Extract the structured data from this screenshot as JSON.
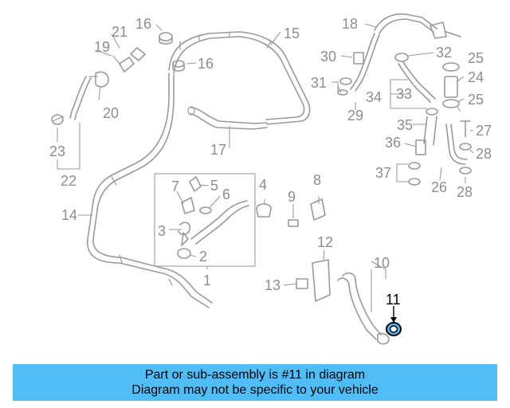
{
  "diagram": {
    "callouts": [
      "1",
      "2",
      "3",
      "4",
      "5",
      "6",
      "7",
      "8",
      "9",
      "10",
      "12",
      "13",
      "14",
      "15",
      "16",
      "16",
      "17",
      "18",
      "19",
      "20",
      "21",
      "22",
      "23",
      "24",
      "25",
      "25",
      "26",
      "27",
      "28",
      "28",
      "29",
      "30",
      "31",
      "32",
      "33",
      "34",
      "35",
      "36",
      "37"
    ],
    "highlighted_callout": "11",
    "highlight_color": "#4fbdf7"
  },
  "banner": {
    "line1": "Part or sub-assembly is #11 in diagram",
    "line2": "Diagram may not be specific to your vehicle",
    "background": "#4fbdf7"
  }
}
